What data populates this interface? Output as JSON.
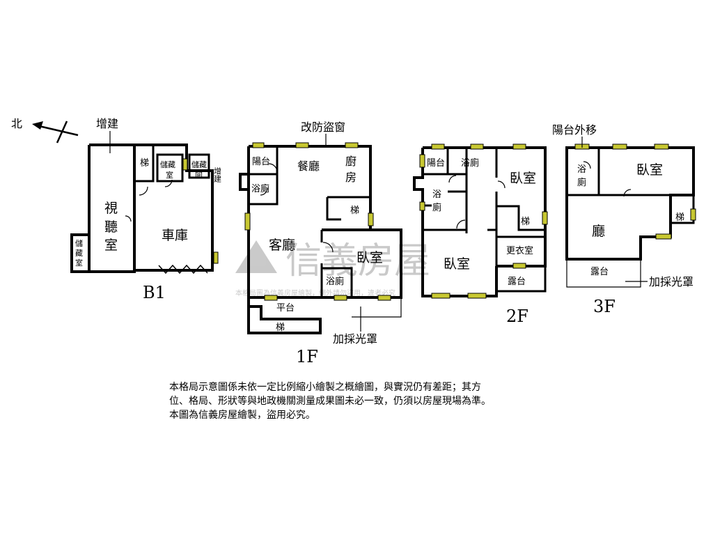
{
  "compass": {
    "label": "北"
  },
  "floors": {
    "b1": {
      "label": "B1",
      "rooms": {
        "addition_main": "增建",
        "stair": "梯",
        "storage_a": "儲藏",
        "storage_a2": "室",
        "storage_b": "儲藏",
        "storage_b2": "間",
        "addition_side": "增建",
        "living_col1": "視",
        "living_col2": "聽",
        "living_col3": "室",
        "garage": "車庫",
        "storage_c": "儲",
        "storage_c2": "藏",
        "storage_c3": "室"
      }
    },
    "f1": {
      "label": "1F",
      "rooms": {
        "anti_theft": "改防盜窗",
        "balcony": "陽台",
        "dining": "餐廳",
        "kitchen_1": "廚",
        "kitchen_2": "房",
        "bath_a": "浴廁",
        "stair": "梯",
        "living": "客廳",
        "bedroom": "臥室",
        "bath_b": "浴廁",
        "terrace": "平台",
        "stair_b": "梯",
        "skylight": "加採光罩"
      }
    },
    "f2": {
      "label": "2F",
      "rooms": {
        "balcony": "陽台",
        "bath_a": "浴廁",
        "bedroom_a": "臥室",
        "bath_b1": "浴",
        "bath_b2": "廁",
        "stair": "梯",
        "closet": "更衣室",
        "bedroom_b": "臥室",
        "terrace": "露台"
      }
    },
    "f3": {
      "label": "3F",
      "rooms": {
        "balcony_moved": "陽台外移",
        "bath_1": "浴",
        "bath_2": "廁",
        "bedroom": "臥室",
        "hall": "廳",
        "stair": "梯",
        "terrace": "露台",
        "skylight": "加採光罩"
      }
    }
  },
  "watermark": {
    "brand": "信義房屋",
    "notice": "本格局圖為信義房屋繪製，網外請勿盜用，違者必究"
  },
  "disclaimer": {
    "line1": "本格局示意圖係未依一定比例縮小繪製之概繪圖，與實況仍有差距；其方",
    "line2": "位、格局、形狀等與地政機關測量成果圖未必一致，仍須以房屋現場為準。",
    "line3": "本圖為信義房屋繪製，盜用必究。"
  },
  "colors": {
    "wall": "#000000",
    "window": "#c8c832",
    "watermark": "#9a9a9a"
  }
}
